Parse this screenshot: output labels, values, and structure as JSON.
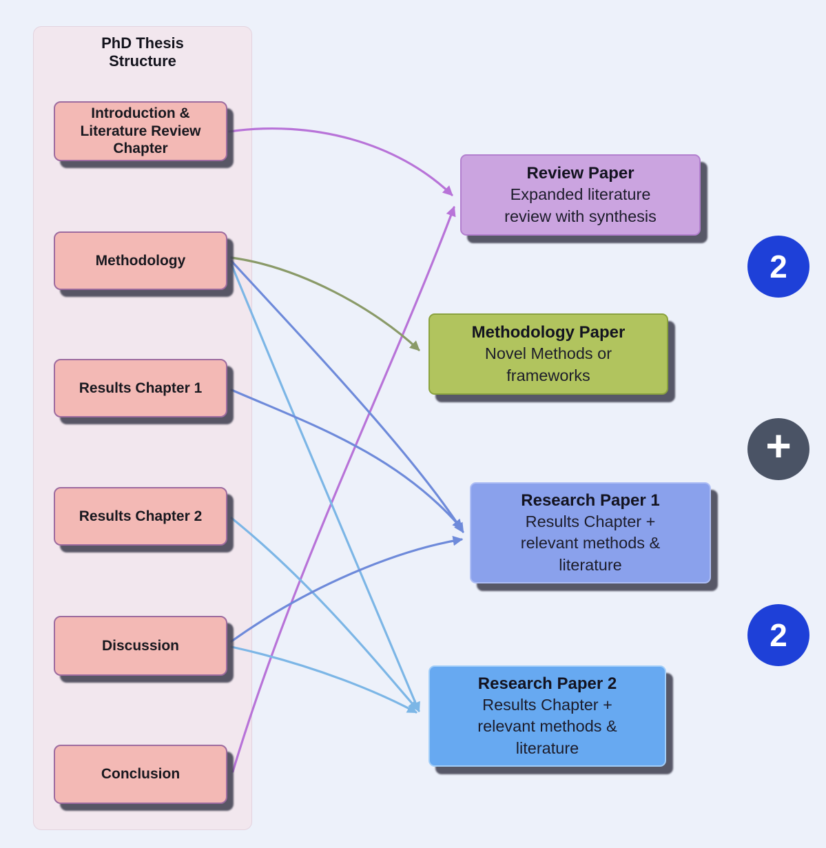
{
  "panel": {
    "title": "PhD Thesis Structure"
  },
  "thesis_nodes": [
    {
      "id": "intro",
      "label": "Introduction & Literature Review Chapter"
    },
    {
      "id": "methodology",
      "label": "Methodology"
    },
    {
      "id": "results_1",
      "label": "Results Chapter 1"
    },
    {
      "id": "results_2",
      "label": "Results Chapter 2"
    },
    {
      "id": "discussion",
      "label": "Discussion"
    },
    {
      "id": "conclusion",
      "label": "Conclusion"
    }
  ],
  "papers": [
    {
      "id": "review_paper",
      "title": "Review Paper",
      "description": "Expanded literature review with synthesis"
    },
    {
      "id": "methodology_paper",
      "title": "Methodology Paper",
      "description": "Novel Methods or frameworks"
    },
    {
      "id": "research_paper_1",
      "title": "Research Paper 1",
      "description": "Results Chapter + relevant methods & literature"
    },
    {
      "id": "research_paper_2",
      "title": "Research Paper 2",
      "description": "Results Chapter + relevant methods & literature"
    }
  ],
  "badges": [
    {
      "id": "count-top",
      "value": "2",
      "type": "count",
      "color": "#1e40d8"
    },
    {
      "id": "add",
      "value": "+",
      "type": "plus",
      "color": "#4a5365"
    },
    {
      "id": "count-bottom",
      "value": "2",
      "type": "count",
      "color": "#1e40d8"
    }
  ],
  "edges": [
    {
      "from": "intro",
      "to": "review_paper",
      "color": "purple"
    },
    {
      "from": "conclusion",
      "to": "review_paper",
      "color": "purple"
    },
    {
      "from": "methodology",
      "to": "methodology_paper",
      "color": "olive"
    },
    {
      "from": "methodology",
      "to": "research_paper_1",
      "color": "blue"
    },
    {
      "from": "methodology",
      "to": "research_paper_2",
      "color": "lightblue"
    },
    {
      "from": "results_1",
      "to": "research_paper_1",
      "color": "blue"
    },
    {
      "from": "results_2",
      "to": "research_paper_2",
      "color": "lightblue"
    },
    {
      "from": "discussion",
      "to": "research_paper_1",
      "color": "blue"
    },
    {
      "from": "discussion",
      "to": "research_paper_2",
      "color": "lightblue"
    }
  ],
  "colors": {
    "purple": "#b873d8",
    "olive": "#8a9a68",
    "blue": "#6e8ada",
    "lightblue": "#7cb6e6",
    "node_fill": "#f3b9b5",
    "node_border": "#9d6b9f",
    "panel_bg": "#f2e7ee",
    "review_fill": "#cba4e0",
    "methodology_fill": "#b1c45e",
    "rp1_fill": "#8aa1ec",
    "rp2_fill": "#67a9f1",
    "badge_blue": "#1e40d8",
    "badge_dark": "#4a5365",
    "background": "#edf1fa"
  }
}
